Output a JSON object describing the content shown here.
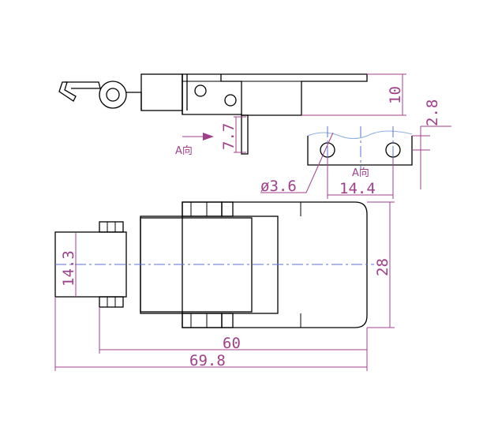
{
  "colors": {
    "outline": "#000000",
    "dimension": "#a0408c",
    "centerline": "#5b6fd6",
    "background": "#ffffff"
  },
  "dimensions": {
    "height_10": "10",
    "thickness_2_8": "2.8",
    "offset_7_7": "7.7",
    "hole_diameter": "ø3.6",
    "hole_spacing": "14.4",
    "catch_width": "14.3",
    "body_width": "28",
    "length_60": "60",
    "overall_length": "69.8"
  },
  "view_labels": {
    "side_direction": "A向",
    "catch_direction": "A向"
  }
}
